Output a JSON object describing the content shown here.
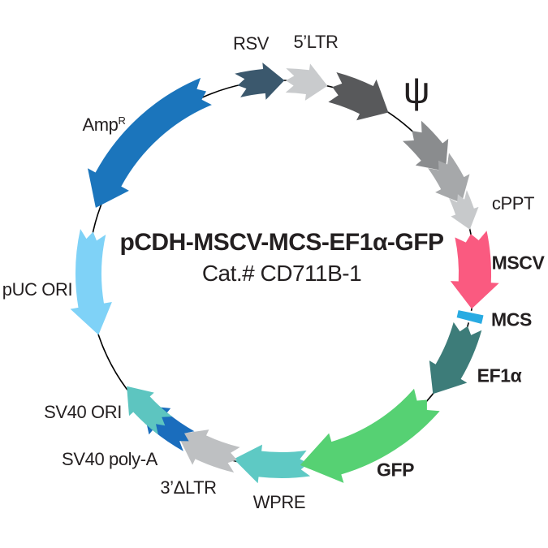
{
  "title": "pCDH-MSCV-MCS-EF1α-GFP",
  "subtitle": "Cat.# CD711B-1",
  "colors": {
    "circle_outline": "#000000",
    "text": "#231f20",
    "background": "#ffffff"
  },
  "features": [
    {
      "id": "rsv",
      "label": "RSV",
      "color": "#3b586d"
    },
    {
      "id": "ltr5",
      "label": "5’LTR",
      "color": "#c9cbcd"
    },
    {
      "id": "psi",
      "label": "ψ",
      "color": "#58595b"
    },
    {
      "id": "cppt",
      "label": "cPPT",
      "colors": [
        "#8a8c8e",
        "#a6a8aa",
        "#c7c9cb"
      ]
    },
    {
      "id": "mscv",
      "label": "MSCV",
      "color": "#fa5a80"
    },
    {
      "id": "mcs",
      "label": "MCS",
      "color": "#29abe2"
    },
    {
      "id": "ef1a",
      "label": "EF1α",
      "color": "#3d7c79"
    },
    {
      "id": "gfp",
      "label": "GFP",
      "color": "#56d173"
    },
    {
      "id": "wpre",
      "label": "WPRE",
      "color": "#5ec9c4"
    },
    {
      "id": "dltr3",
      "label": "3’ΔLTR",
      "color": "#bec0c2"
    },
    {
      "id": "sv40pa",
      "label": "SV40 poly-A",
      "color": "#1a6dbd"
    },
    {
      "id": "sv40ori",
      "label": "SV40 ORI",
      "color": "#5dc5c0"
    },
    {
      "id": "puc",
      "label": "pUC ORI",
      "color": "#7fd2f7"
    },
    {
      "id": "amp",
      "label": "Amp",
      "superscript": "R",
      "color": "#1b75bc"
    }
  ]
}
